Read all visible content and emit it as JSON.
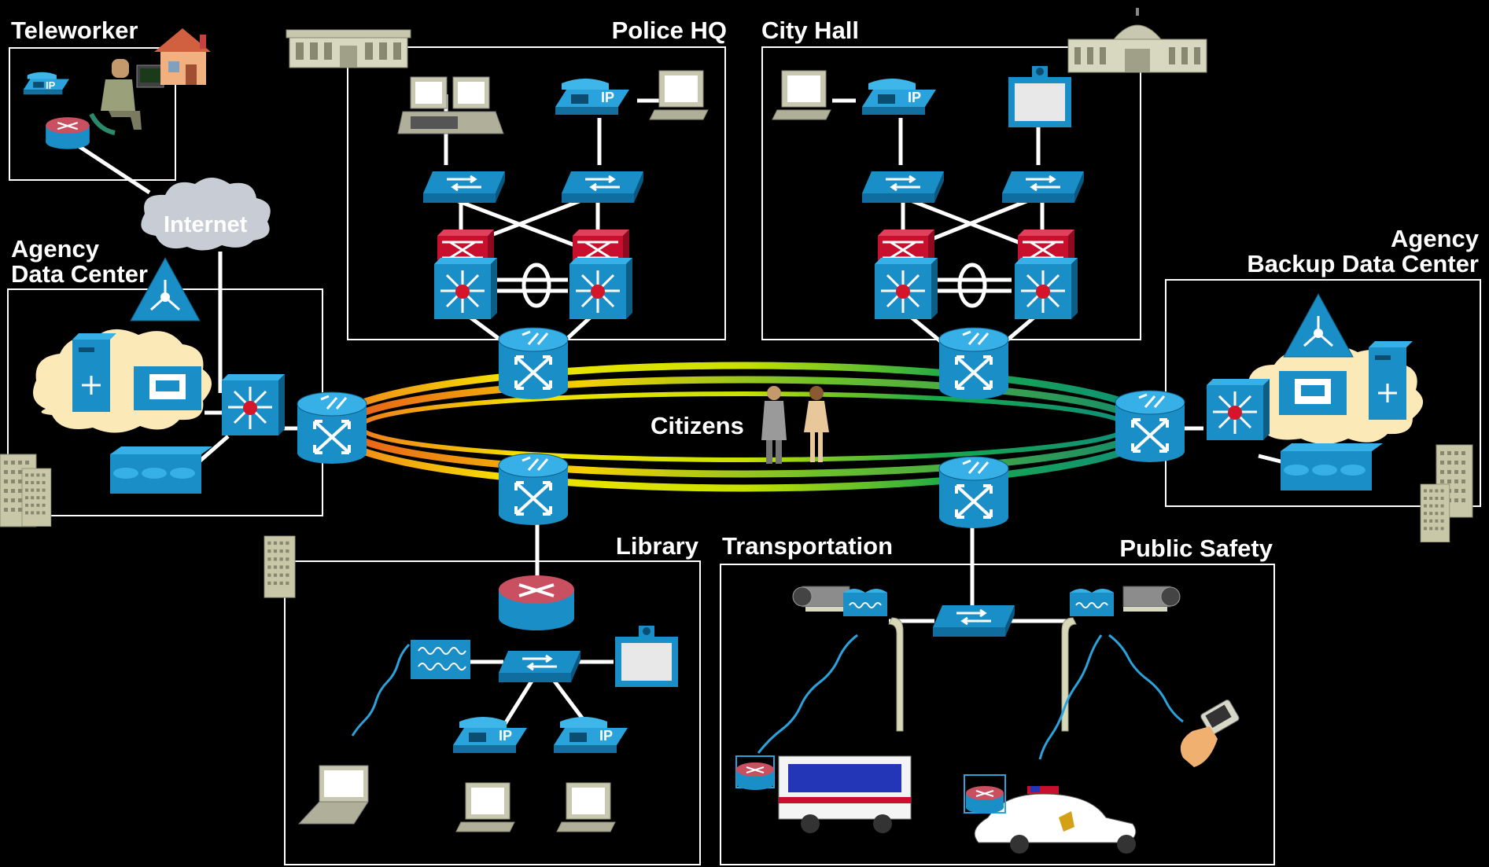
{
  "labels": {
    "teleworker": "Teleworker",
    "police_hq": "Police HQ",
    "city_hall": "City Hall",
    "agency_dc_line1": "Agency",
    "agency_dc_line2": "Data Center",
    "backup_dc_line1": "Agency",
    "backup_dc_line2": "Backup Data Center",
    "internet": "Internet",
    "citizens": "Citizens",
    "library": "Library",
    "transportation": "Transportation",
    "public_safety": "Public Safety"
  },
  "icons": {
    "ip_phone_text": "IP"
  },
  "colors": {
    "device_blue": "#1a8fc7",
    "device_blue_light": "#36b0e6",
    "firewall_red": "#c8102e",
    "ring_yellow": "#f5e400",
    "ring_green": "#19a84a",
    "ring_orange": "#f07d1c",
    "link_white": "#ffffff"
  }
}
